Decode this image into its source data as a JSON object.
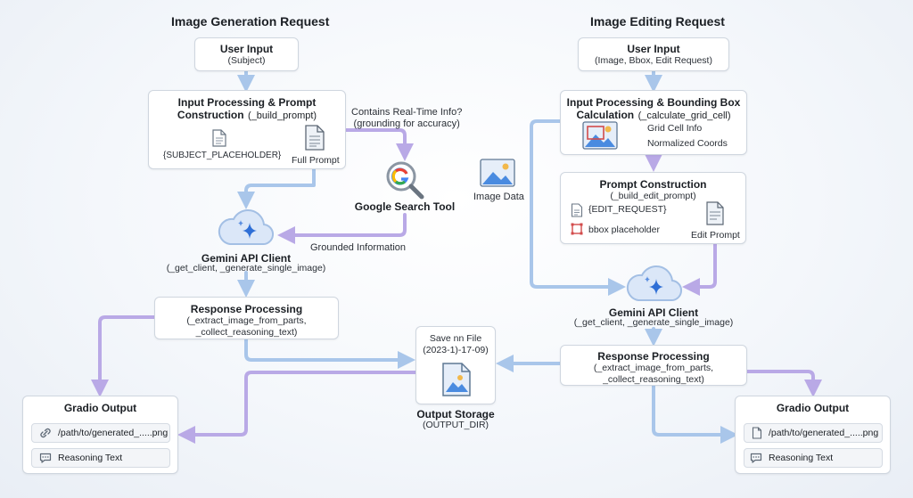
{
  "left": {
    "title": "Image Generation Request",
    "user_input": {
      "title": "User Input",
      "sub": "(Subject)"
    },
    "input_processing": {
      "title_line1": "Input Processing & Prompt",
      "title_line2": "Construction",
      "func": "(_build_prompt)",
      "placeholder": "{SUBJECT_PLACEHOLDER}",
      "full_prompt": "Full Prompt"
    },
    "realtime": {
      "line1": "Contains Real-Time Info?",
      "line2": "(grounding for accuracy)"
    },
    "google_search": "Google Search Tool",
    "grounded": "Grounded Information",
    "gemini": {
      "title": "Gemini API Client",
      "sub": "(_get_client, _generate_single_image)"
    },
    "response": {
      "title": "Response Processing",
      "sub1": "(_extract_image_from_parts,",
      "sub2": "_collect_reasoning_text)"
    },
    "output": {
      "title": "Gradio Output",
      "path": "/path/to/generated_.....png",
      "reasoning": "Reasoning Text"
    }
  },
  "center": {
    "save_line1": "Save nn File",
    "save_line2": "(2023-1)-17-09)",
    "title": "Output Storage",
    "sub": "(OUTPUT_DIR)"
  },
  "right": {
    "title": "Image Editing Request",
    "user_input": {
      "title": "User Input",
      "sub": "(Image, Bbox, Edit Request)"
    },
    "input_processing": {
      "title_line1": "Input Processing & Bounding Box",
      "title_line2": "Calculation",
      "func": "(_calculate_grid_cell)",
      "grid_cell": "Grid Cell Info",
      "norm_coords": "Normalized Coords"
    },
    "image_data": "Image Data",
    "prompt": {
      "title": "Prompt Construction",
      "func": "(_build_edit_prompt)",
      "edit_request": "{EDIT_REQUEST}",
      "bbox": "bbox placeholder",
      "edit_prompt": "Edit Prompt"
    },
    "gemini": {
      "title": "Gemini API Client",
      "sub": "(_get_client, _generate_single_image)"
    },
    "response": {
      "title": "Response Processing",
      "sub1": "(_extract_image_from_parts,",
      "sub2": "_collect_reasoning_text)"
    },
    "output": {
      "title": "Gradio Output",
      "path": "/path/to/generated_.....png",
      "reasoning": "Reasoning Text"
    }
  },
  "colors": {
    "blue_arrow": "#a9c6ea",
    "purple_arrow": "#b9a9e6",
    "cloud_fill": "#dbe7f8",
    "star": "#2f6fd6"
  },
  "icons": [
    "document-icon",
    "cloud-icon",
    "sparkle-icon",
    "google-search-icon",
    "image-icon",
    "link-icon",
    "chat-icon",
    "bbox-icon"
  ]
}
